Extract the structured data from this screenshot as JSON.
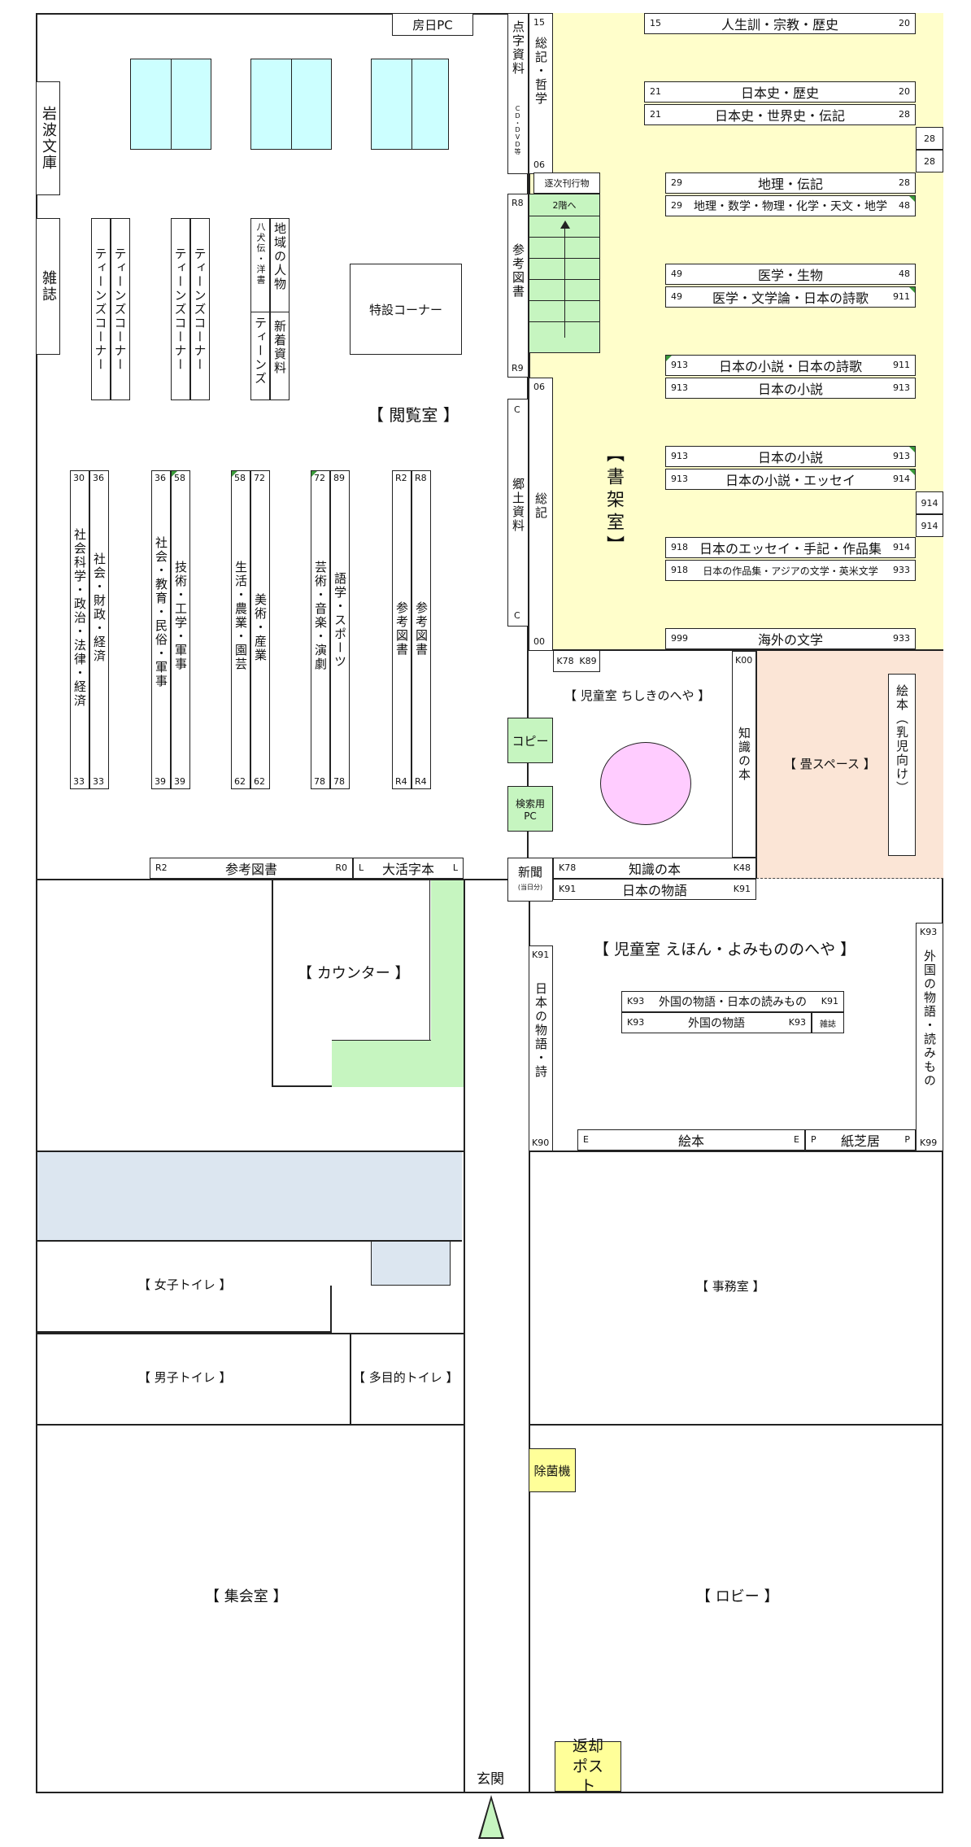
{
  "colors": {
    "stack_room": "#fffecb",
    "tatami": "#fbe5d6",
    "green": "#c6f5c0",
    "cyan": "#ccffff",
    "pink": "#ffccff",
    "blue_gray": "#dce6f0",
    "yellow": "#ffff99"
  },
  "top": {
    "pc": "房日PC"
  },
  "left_wall": {
    "iwanami": "岩波文庫",
    "magazine": "雑誌"
  },
  "tenji": {
    "label": "点字資料",
    "sub": "CD・DVD等"
  },
  "sokisho_top": {
    "label": "総記・哲学",
    "a": "15",
    "b": "06"
  },
  "shelves_right": [
    {
      "a": "15",
      "label": "人生訓・宗教・歴史",
      "b": "20"
    },
    {
      "a": "21",
      "label": "日本史・歴史",
      "b": "20"
    },
    {
      "a": "21",
      "label": "日本史・世界史・伝記",
      "b": "28"
    },
    {
      "a": "29",
      "label": "地理・伝記",
      "b": "28"
    },
    {
      "a": "29",
      "label": "地理・数学・物理・化学・天文・地学",
      "b": "48"
    },
    {
      "a": "49",
      "label": "医学・生物",
      "b": "48"
    },
    {
      "a": "49",
      "label": "医学・文学論・日本の詩歌",
      "b": "911"
    },
    {
      "a": "913",
      "label": "日本の小説・日本の詩歌",
      "b": "911"
    },
    {
      "a": "913",
      "label": "日本の小説",
      "b": "913"
    },
    {
      "a": "913",
      "label": "日本の小説",
      "b": "913"
    },
    {
      "a": "913",
      "label": "日本の小説・エッセイ",
      "b": "914"
    },
    {
      "a": "918",
      "label": "日本のエッセイ・手記・作品集",
      "b": "914"
    },
    {
      "a": "918",
      "label": "日本の作品集・アジアの文学・英米文学",
      "b": "933"
    },
    {
      "a": "999",
      "label": "海外の文学",
      "b": "933"
    }
  ],
  "wall_codes": {
    "r1": "28",
    "r2": "28",
    "r3": "914",
    "r4": "914"
  },
  "periodicals": {
    "label": "逐次刊行物",
    "stairs": "2階へ"
  },
  "sanko": {
    "label": "参考図書",
    "top": "R8",
    "bottom": "R9"
  },
  "kyodo": {
    "label": "郷土資料",
    "top": "C",
    "bottom": "C"
  },
  "sokisho_bottom": {
    "label": "総記",
    "top": "06",
    "bottom": "00"
  },
  "shoka": "【書架室】",
  "reading_room": "【 閲覧室 】",
  "special_corner": "特設コーナー",
  "teens": [
    "ティーンズコーナー",
    "ティーンズコーナー",
    "ティーンズコーナー",
    "ティーンズコーナー"
  ],
  "local": {
    "hakken": "八犬伝・洋書",
    "local_people": "地域の人物",
    "teens": "ティーンズ",
    "new": "新着資料"
  },
  "floor_shelves": [
    {
      "top": "30",
      "label": "社会科学・政治・法律・経済",
      "bottom": "33"
    },
    {
      "top": "36",
      "label": "社会・財政・経済",
      "bottom": "33"
    },
    {
      "top": "36",
      "label": "社会・教育・民俗・軍事",
      "bottom": "39"
    },
    {
      "top": "58",
      "label": "技術・工学・軍事",
      "bottom": "39"
    },
    {
      "top": "58",
      "label": "生活・農業・園芸",
      "bottom": "62"
    },
    {
      "top": "72",
      "label": "美術・産業",
      "bottom": "62"
    },
    {
      "top": "72",
      "label": "芸術・音楽・演劇",
      "bottom": "78"
    },
    {
      "top": "89",
      "label": "語学・スポーツ",
      "bottom": "78"
    },
    {
      "top": "R2",
      "label": "参考図書",
      "bottom": "R4"
    },
    {
      "top": "R8",
      "label": "参考図書",
      "bottom": "R4"
    }
  ],
  "ref_bottom": {
    "a": "R2",
    "label": "参考図書",
    "b": "R0"
  },
  "large_print": {
    "a": "L",
    "label": "大活字本",
    "b": "L"
  },
  "counter": "【 カウンター 】",
  "chishiki_room": {
    "title": "【 児童室 ちしきのへや 】",
    "k78": "K78",
    "k89": "K89",
    "k00": "K00",
    "chishiki_v": "知識の本",
    "copy": "コピー",
    "search_pc": "検索用PC",
    "tatami": "【 畳スペース 】",
    "ehon_v": "絵本（乳児向け）"
  },
  "newspaper": {
    "label": "新聞",
    "sub": "(当日分)"
  },
  "chishiki_shelf": {
    "a": "K78",
    "label": "知識の本",
    "b": "K48"
  },
  "nihon_monogatari": {
    "a": "K91",
    "label": "日本の物語",
    "b": "K91"
  },
  "ehon_room": {
    "title": "【 児童室 えほん・よみもののへや 】",
    "left_v": "日本の物語・詩",
    "left_top": "K91",
    "left_bottom": "K90",
    "island1": {
      "a": "K93",
      "label": "外国の物語・日本の読みもの",
      "b": "K91"
    },
    "island2": {
      "a": "K93",
      "label": "外国の物語",
      "b": "K93",
      "c": "雑誌"
    },
    "right_v": "外国の物語・読みもの",
    "right_top": "K93",
    "right_bottom": "K99",
    "ehon": {
      "a": "E",
      "label": "絵本",
      "b": "E"
    },
    "kamishibai": {
      "a": "P",
      "label": "紙芝居",
      "b": "P"
    }
  },
  "rooms": {
    "women": "【 女子トイレ 】",
    "men": "【 男子トイレ 】",
    "multi": "【 多目的トイレ 】",
    "office": "【 事務室 】",
    "sterilizer": "除菌機",
    "hall": "【 集会室 】",
    "lobby": "【 ロビー 】",
    "return": "返却ポスト",
    "entrance": "玄関"
  }
}
